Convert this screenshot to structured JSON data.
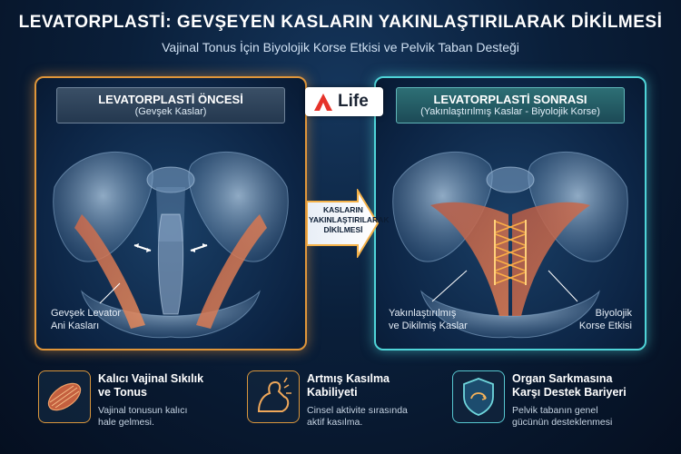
{
  "header": {
    "title": "LEVATORPLASTİ: GEVŞEYEN KASLARIN YAKINLAŞTIRILARAK DİKİLMESİ",
    "subtitle": "Vajinal Tonus İçin Biyolojik Korse Etkisi ve Pelvik Taban Desteği"
  },
  "logo": {
    "text": "Life",
    "icon": "a-chevron-logo",
    "color": "#e6332a"
  },
  "panels": {
    "before": {
      "heading": "LEVATORPLASTİ ÖNCESİ",
      "subheading": "(Gevşek Kaslar)",
      "annotation_line1": "Gevşek Levator",
      "annotation_line2": "Ani Kasları",
      "border_color": "#e0963a"
    },
    "after": {
      "heading": "LEVATORPLASTİ SONRASI",
      "subheading": "(Yakınlaştırılmış Kaslar - Biyolojik Korse)",
      "annotation_left_line1": "Yakınlaştırılmış",
      "annotation_left_line2": "ve Dikilmiş Kaslar",
      "annotation_right_line1": "Biyolojik",
      "annotation_right_line2": "Korse Etkisi",
      "border_color": "#4fd4d8"
    }
  },
  "arrow": {
    "line1": "KASLARIN",
    "line2": "YAKINLAŞTIRILARAK",
    "line3": "DİKİLMESİ"
  },
  "features": [
    {
      "icon": "muscle-fiber-icon",
      "title_line1": "Kalıcı Vajinal Sıkılık",
      "title_line2": "ve Tonus",
      "desc_line1": "Vajinal tonusun kalıcı",
      "desc_line2": "hale gelmesi."
    },
    {
      "icon": "flexed-arm-icon",
      "title_line1": "Artmış Kasılma",
      "title_line2": "Kabiliyeti",
      "desc_line1": "Cinsel aktivite sırasında",
      "desc_line2": "aktif kasılma."
    },
    {
      "icon": "shield-icon",
      "title_line1": "Organ Sarkmasına",
      "title_line2": "Karşı Destek Bariyeri",
      "desc_line1": "Pelvik tabanın genel",
      "desc_line2": "gücünün desteklenmesi"
    }
  ]
}
